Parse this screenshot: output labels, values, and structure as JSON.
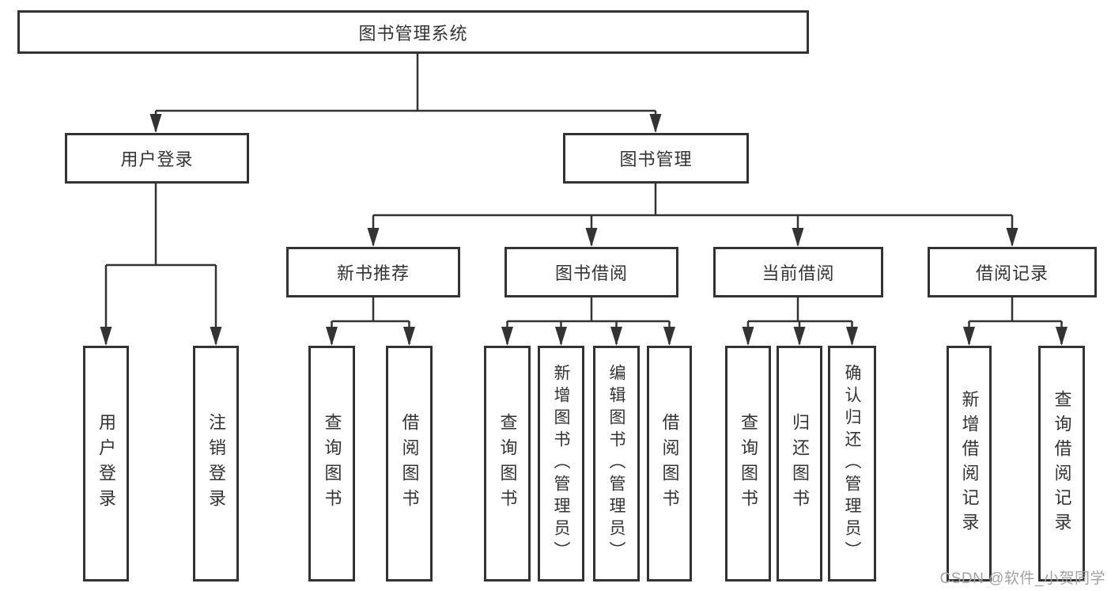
{
  "tree": {
    "root": "图书管理系统",
    "user_login": {
      "label": "用户登录",
      "children": [
        "用户登录",
        "注销登录"
      ]
    },
    "book_mgmt": {
      "label": "图书管理",
      "new_books": {
        "label": "新书推荐",
        "children": [
          "查询图书",
          "借阅图书"
        ]
      },
      "book_borrow": {
        "label": "图书借阅",
        "children": [
          "查询图书",
          "新增图书（管理员）",
          "编辑图书（管理员）",
          "借阅图书"
        ]
      },
      "current_borrow": {
        "label": "当前借阅",
        "children": [
          "查询图书",
          "归还图书",
          "确认归还（管理员）"
        ]
      },
      "borrow_records": {
        "label": "借阅记录",
        "children": [
          "新增借阅记录",
          "查询借阅记录"
        ]
      }
    }
  },
  "watermark": "CSDN @软件_小贺同学",
  "colors": {
    "line": "#333333",
    "text": "#333333",
    "watermark": "#a2a2a2"
  }
}
